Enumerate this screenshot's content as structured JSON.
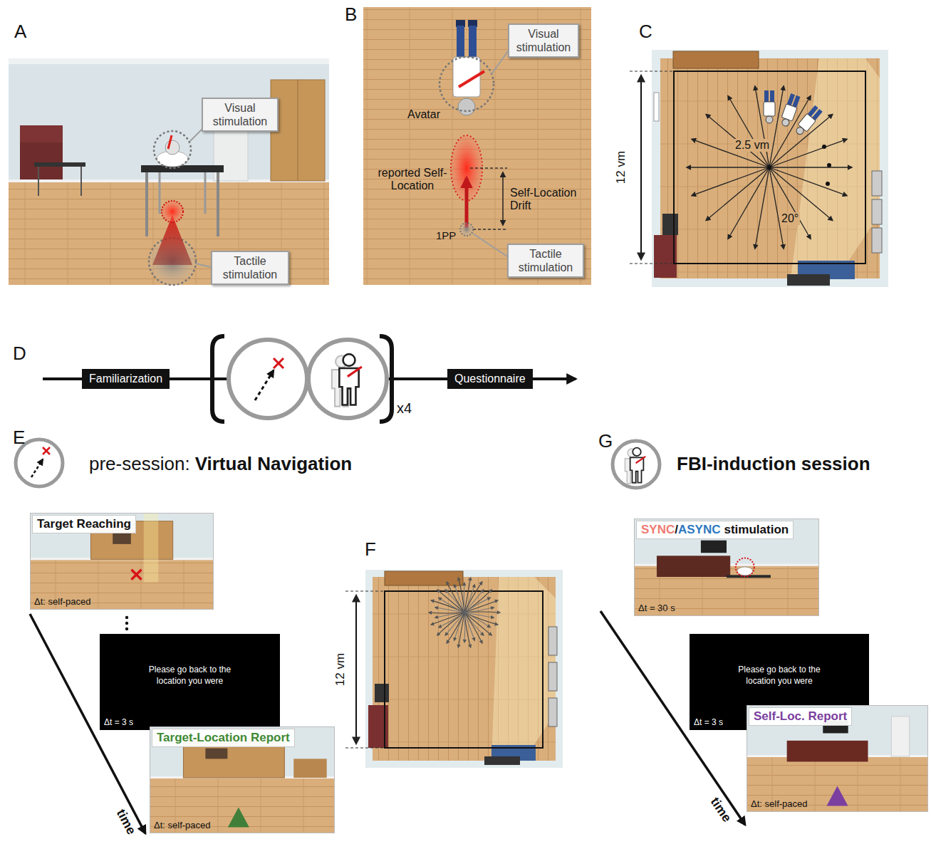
{
  "diagram": {
    "nodes": [
      {
        "text": [
          "Visual stimulation"
        ]
      },
      {
        "text": [
          "Tactile stimulation"
        ]
      },
      {
        "text": [
          "Visual stimulation"
        ]
      },
      {
        "text": [
          "Tactile stimulation"
        ]
      },
      {
        "text": [
          "Familiarization"
        ]
      },
      {
        "text": [
          "Questionnaire"
        ]
      },
      {
        "text": [
          "Target Reaching",
          "Δt: self-paced"
        ]
      },
      {
        "text": [
          "Please go back to the location you were",
          "Δt = 3 s"
        ]
      },
      {
        "text": [
          "Target-Location Report",
          "Δt: self-paced"
        ]
      },
      {
        "text": [
          "SYNC",
          "/",
          "ASYNC",
          "stimulation",
          "Δt = 30 s"
        ]
      },
      {
        "text": [
          "Please go back to the location you were",
          "Δt = 3 s"
        ]
      },
      {
        "text": [
          "Self-Loc. Report",
          "Δt: self-paced"
        ]
      }
    ],
    "labels": [
      "A",
      "B",
      "C",
      "D",
      "E",
      "F",
      "G",
      "Avatar",
      "reported Self-Location",
      "Self-Location Drift",
      "1PP",
      "12 vm",
      "2.5 vm",
      "20°",
      "x4",
      "pre-session:",
      "Virtual Navigation",
      "12 vm",
      "FBI-induction session",
      "time",
      "time"
    ]
  }
}
